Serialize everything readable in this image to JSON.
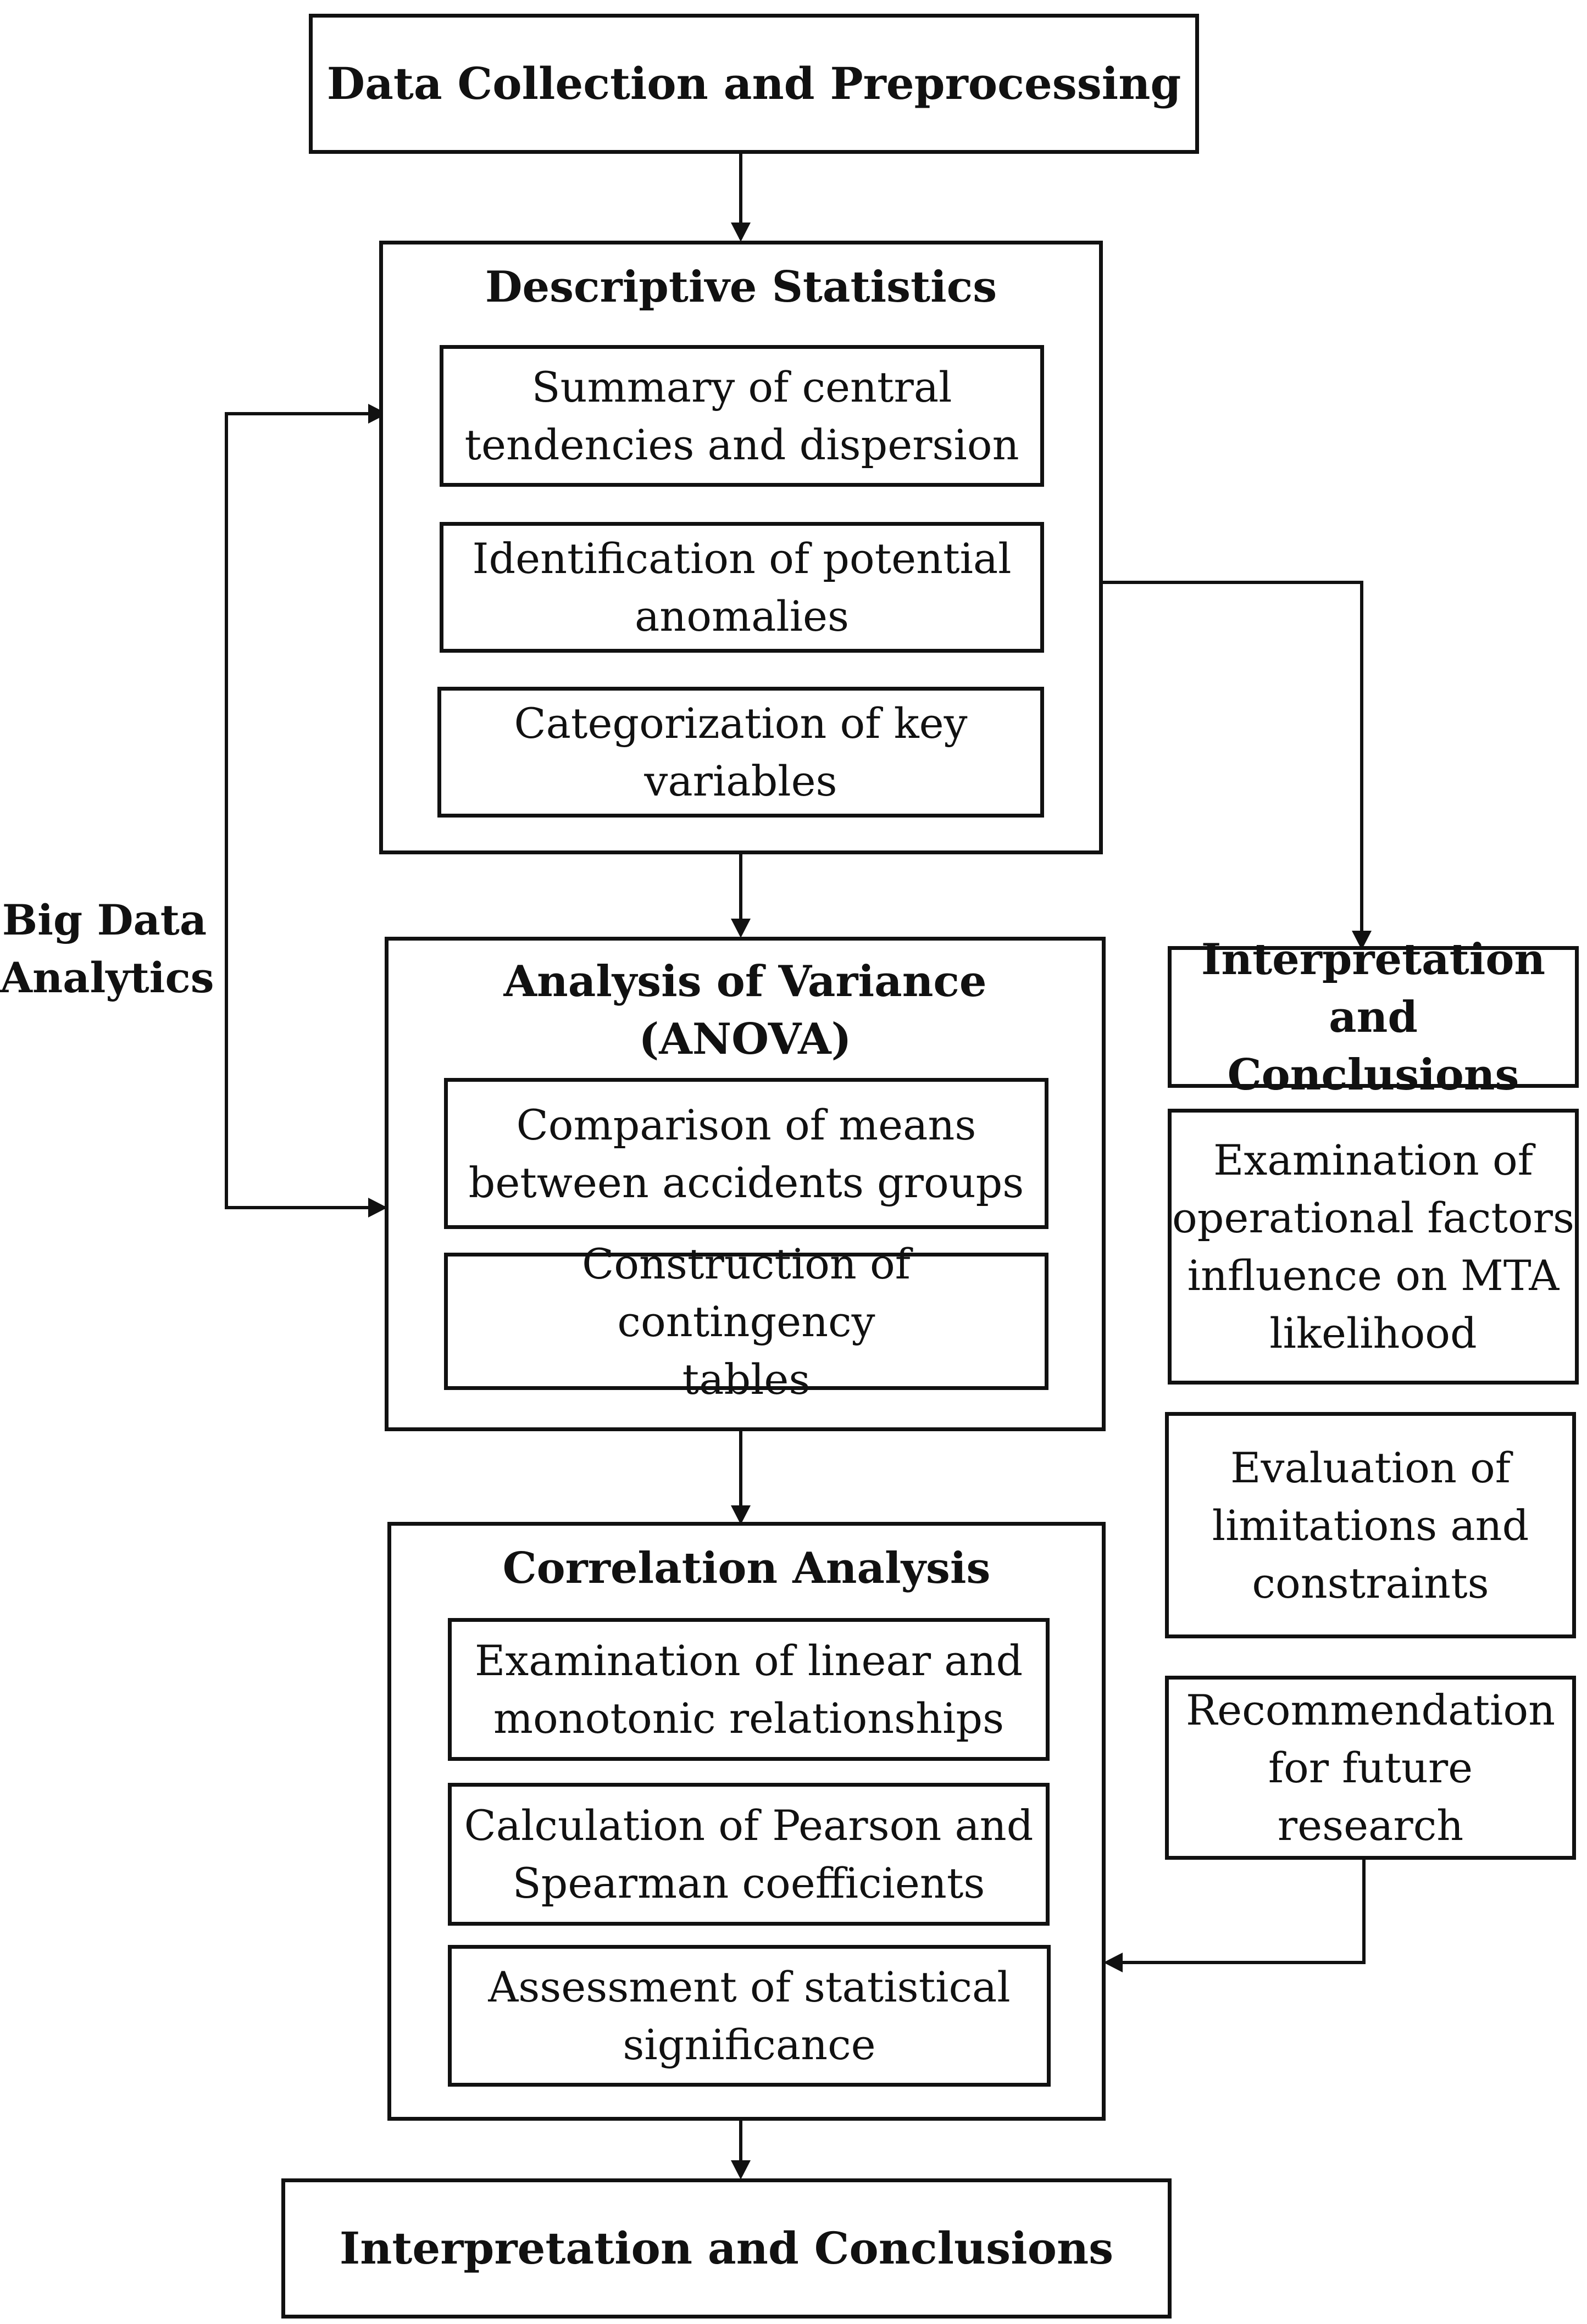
{
  "top_box": {
    "label": "Data Collection and Preprocessing"
  },
  "side_label": {
    "line1": "Big Data",
    "line2": "Analytics"
  },
  "descriptive": {
    "title": "Descriptive Statistics",
    "items": [
      {
        "line1": "Summary of central",
        "line2": "tendencies and dispersion"
      },
      {
        "line1": "Identification of potential",
        "line2": "anomalies"
      },
      {
        "line1": "Categorization of key",
        "line2": "variables"
      }
    ]
  },
  "anova": {
    "title_line1": "Analysis of Variance",
    "title_line2": "(ANOVA)",
    "items": [
      {
        "line1": "Comparison of means",
        "line2": "between accidents groups"
      },
      {
        "line1": "Construction of contingency",
        "line2": "tables"
      }
    ]
  },
  "correlation": {
    "title": "Correlation Analysis",
    "items": [
      {
        "line1": "Examination of linear and",
        "line2": "monotonic relationships"
      },
      {
        "line1": "Calculation of Pearson and",
        "line2": "Spearman coefficients"
      },
      {
        "line1": "Assessment of statistical",
        "line2": "significance"
      }
    ]
  },
  "right_column": {
    "title_line1": "Interpretation and",
    "title_line2": "Conclusions",
    "items": [
      {
        "lines": [
          "Examination of",
          "operational factors",
          "influence on MTA",
          "likelihood"
        ]
      },
      {
        "lines": [
          "Evaluation of",
          "limitations and",
          "constraints"
        ]
      },
      {
        "lines": [
          "Recommendation",
          "for future research"
        ]
      }
    ]
  },
  "bottom_box": {
    "label": "Interpretation and Conclusions"
  }
}
